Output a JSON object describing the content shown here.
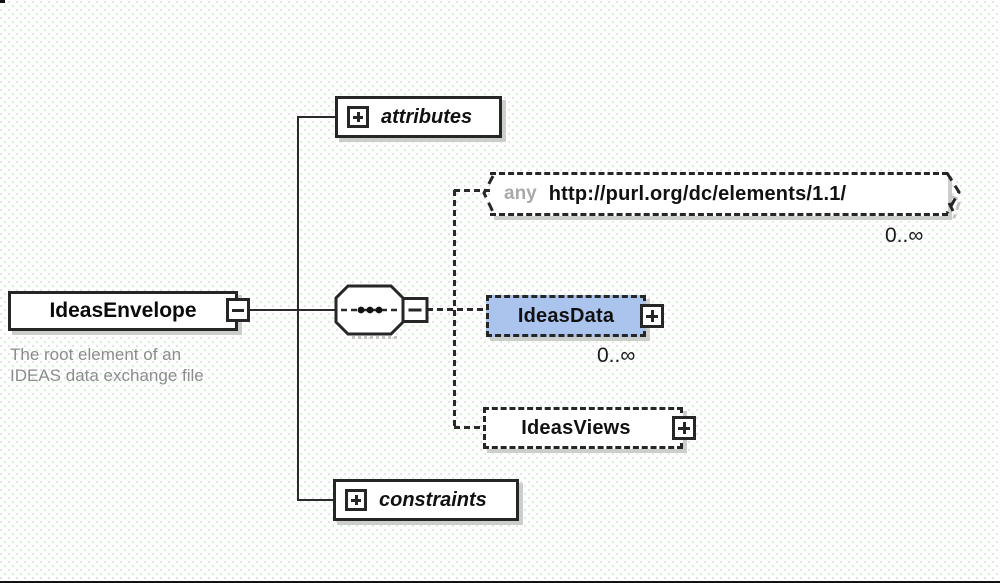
{
  "diagram": {
    "root": {
      "label": "IdeasEnvelope",
      "description_line1": "The root element of an",
      "description_line2": "IDEAS data exchange file"
    },
    "sequence": {
      "type": "sequence"
    },
    "children": {
      "attributes": {
        "label": "attributes"
      },
      "any": {
        "keyword": "any",
        "namespace": "http://purl.org/dc/elements/1.1/",
        "occurrence": "0..∞"
      },
      "ideas_data": {
        "label": "IdeasData",
        "occurrence": "0..∞"
      },
      "ideas_views": {
        "label": "IdeasViews"
      },
      "constraints": {
        "label": "constraints"
      }
    },
    "icons": {
      "plus_icon": "+",
      "minus_icon": "−",
      "sequence_dots_icon": "•••"
    },
    "colors": {
      "line": "#262626",
      "selected_fill": "#aac4ee",
      "description_text": "#8c8c8c",
      "any_keyword_text": "#a9a9a9",
      "shadow": "#cbcecb"
    }
  }
}
